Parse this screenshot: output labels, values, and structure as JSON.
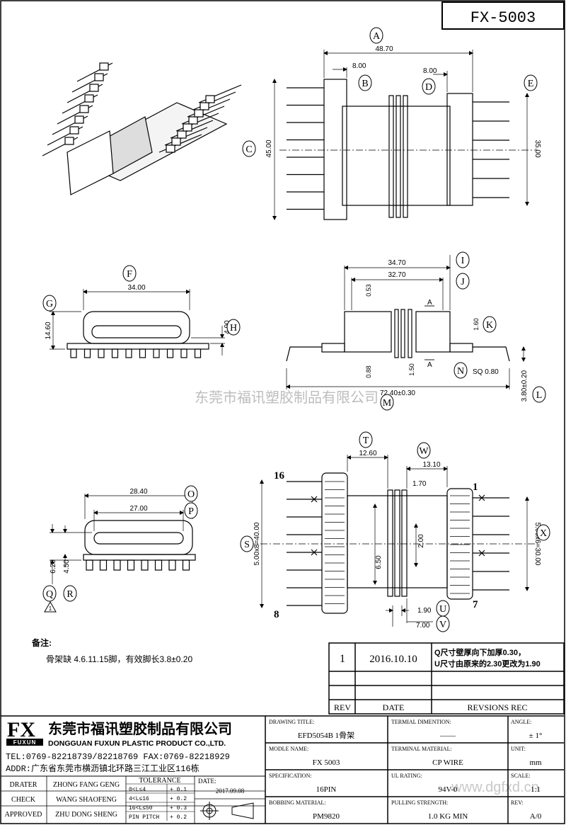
{
  "title_box": {
    "part_no": "FX-5003"
  },
  "dims": {
    "A": "48.70",
    "B": "8.00",
    "D": "8.00",
    "C": "45.00",
    "E": "35.00",
    "F": "34.00",
    "H": "4.90",
    "G": "14.60",
    "I": "34.70",
    "J": "32.70",
    "a1": "0.53",
    "K": "1.60",
    "b1": "0.88",
    "b2": "1.50",
    "N": "SQ 0.80",
    "M": "72.40±0.30",
    "L": "3.80±0.20",
    "O": "28.40",
    "P": "27.00",
    "Q": "6.20",
    "R": "4.50",
    "T": "12.60",
    "W": "13.10",
    "W2": "1.70",
    "X": "5.00x6=30.00",
    "S": "5.00x8=40.00",
    "c1": "2.00",
    "c2": "6.50",
    "U": "1.90",
    "V": "7.00"
  },
  "balloons": [
    "A",
    "B",
    "C",
    "D",
    "E",
    "F",
    "G",
    "H",
    "I",
    "J",
    "K",
    "L",
    "M",
    "N",
    "O",
    "P",
    "Q",
    "R",
    "S",
    "T",
    "U",
    "V",
    "W",
    "X"
  ],
  "section_mark": "A",
  "pin_labels": {
    "p16": "16",
    "p1": "1",
    "p8": "8",
    "p7": "7"
  },
  "watermark": "东莞市福讯塑胶制品有限公司",
  "watermark_url": "www.dgfxd.cn",
  "notes": {
    "label": "备注:",
    "text": "骨架缺 4.6.11.15脚，有效脚长3.8±0.20"
  },
  "revision": {
    "row": {
      "rev": "1",
      "date": "2016.10.10",
      "line1": "Q尺寸壁厚向下加厚0.30，",
      "line2": "U尺寸由原来的2.30更改为1.90"
    },
    "headers": {
      "rev": "REV",
      "date": "DATE",
      "rec": "REVSIONS REC"
    }
  },
  "company": {
    "logo": "FX",
    "logo_sub": "FUXUN",
    "name_cn": "东莞市福讯塑胶制品有限公司",
    "name_en": "DONGGUAN FUXUN PLASTIC PRODUCT CO.,LTD.",
    "tel": "TEL:0769-82218739/82218769 FAX:0769-82218929",
    "addr": "ADDR:广东省东莞市横沥镇北环路三江工业区116栋"
  },
  "people": {
    "drater_label": "DRATER",
    "drater": "ZHONG FANG GENG",
    "check_label": "CHECK",
    "check": "WANG SHAOFENG",
    "approved_label": "APPROVED",
    "approved": "ZHU DONG SHENG"
  },
  "tolerance": {
    "label": "TOLERANCE",
    "r1": "0<L≤4",
    "v1": "+ 0.1",
    "r2": "4<L≤16",
    "v2": "+ 0.2",
    "r3": "16<L≤50",
    "v3": "+ 0.3",
    "r4": "PIN PITCH",
    "v4": "+ 0.2"
  },
  "date": {
    "label": "DATE:",
    "value": "2017.09.08"
  },
  "fields": {
    "drawing_title_label": "DRAWING TITLE:",
    "drawing_title": "EFD5054B 1骨架",
    "terminal_dim_label": "TERMIAL DIMENTION:",
    "terminal_dim": "——",
    "angle_label": "ANGLE:",
    "angle": "± 1°",
    "model_label": "MODLE NAME:",
    "model": "FX 5003",
    "terminal_mat_label": "TERMINAL MATERIAL:",
    "terminal_mat": "CP WIRE",
    "unit_label": "UNIT:",
    "unit": "mm",
    "spec_label": "SPECIFICATION:",
    "spec": "16PIN",
    "ul_label": "UL RATING:",
    "ul": "94V-0",
    "scale_label": "SCALE:",
    "scale": "1:1",
    "bobbin_label": "BOBBING MATERIAL:",
    "bobbin": "PM9820",
    "pull_label": "PULLING STRENGTH:",
    "pull": "1.0 KG MIN",
    "rev_label": "REV:",
    "rev": "A/0"
  }
}
